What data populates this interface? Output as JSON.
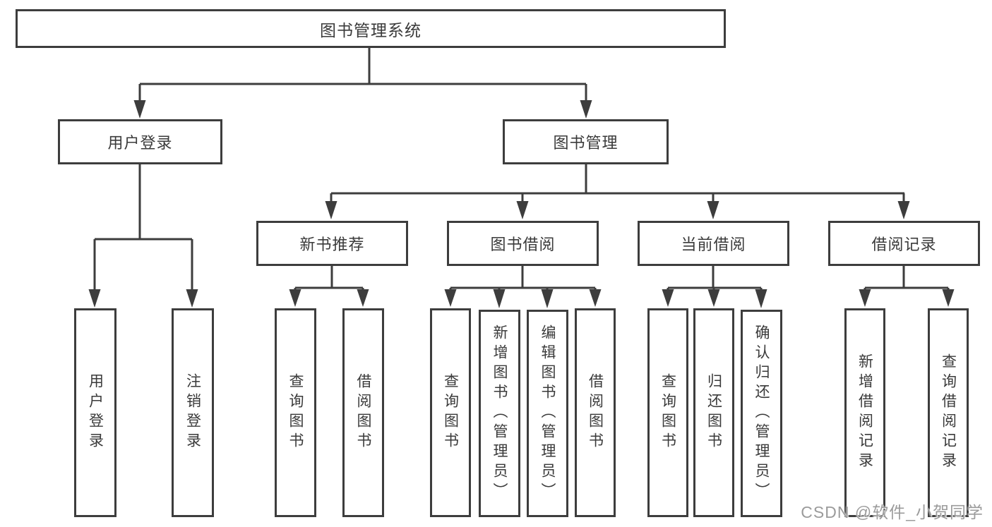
{
  "tree": {
    "root": {
      "label": "图书管理系统"
    },
    "branches": [
      {
        "label": "用户登录",
        "leaves": [
          "用户登录",
          "注销登录"
        ]
      },
      {
        "label": "图书管理",
        "groups": [
          {
            "label": "新书推荐",
            "leaves": [
              "查询图书",
              "借阅图书"
            ]
          },
          {
            "label": "图书借阅",
            "leaves": [
              "查询图书",
              "新增图书（管理员）",
              "编辑图书（管理员）",
              "借阅图书"
            ]
          },
          {
            "label": "当前借阅",
            "leaves": [
              "查询图书",
              "归还图书",
              "确认归还（管理员）"
            ]
          },
          {
            "label": "借阅记录",
            "leaves": [
              "新增借阅记录",
              "查询借阅记录"
            ]
          }
        ]
      }
    ]
  },
  "watermark": {
    "text": "CSDN @软件_小贺同学"
  },
  "colors": {
    "line": "#3d3d3d",
    "text": "#3a3a3a",
    "watermark": "#9b9b9b",
    "background": "#ffffff"
  }
}
